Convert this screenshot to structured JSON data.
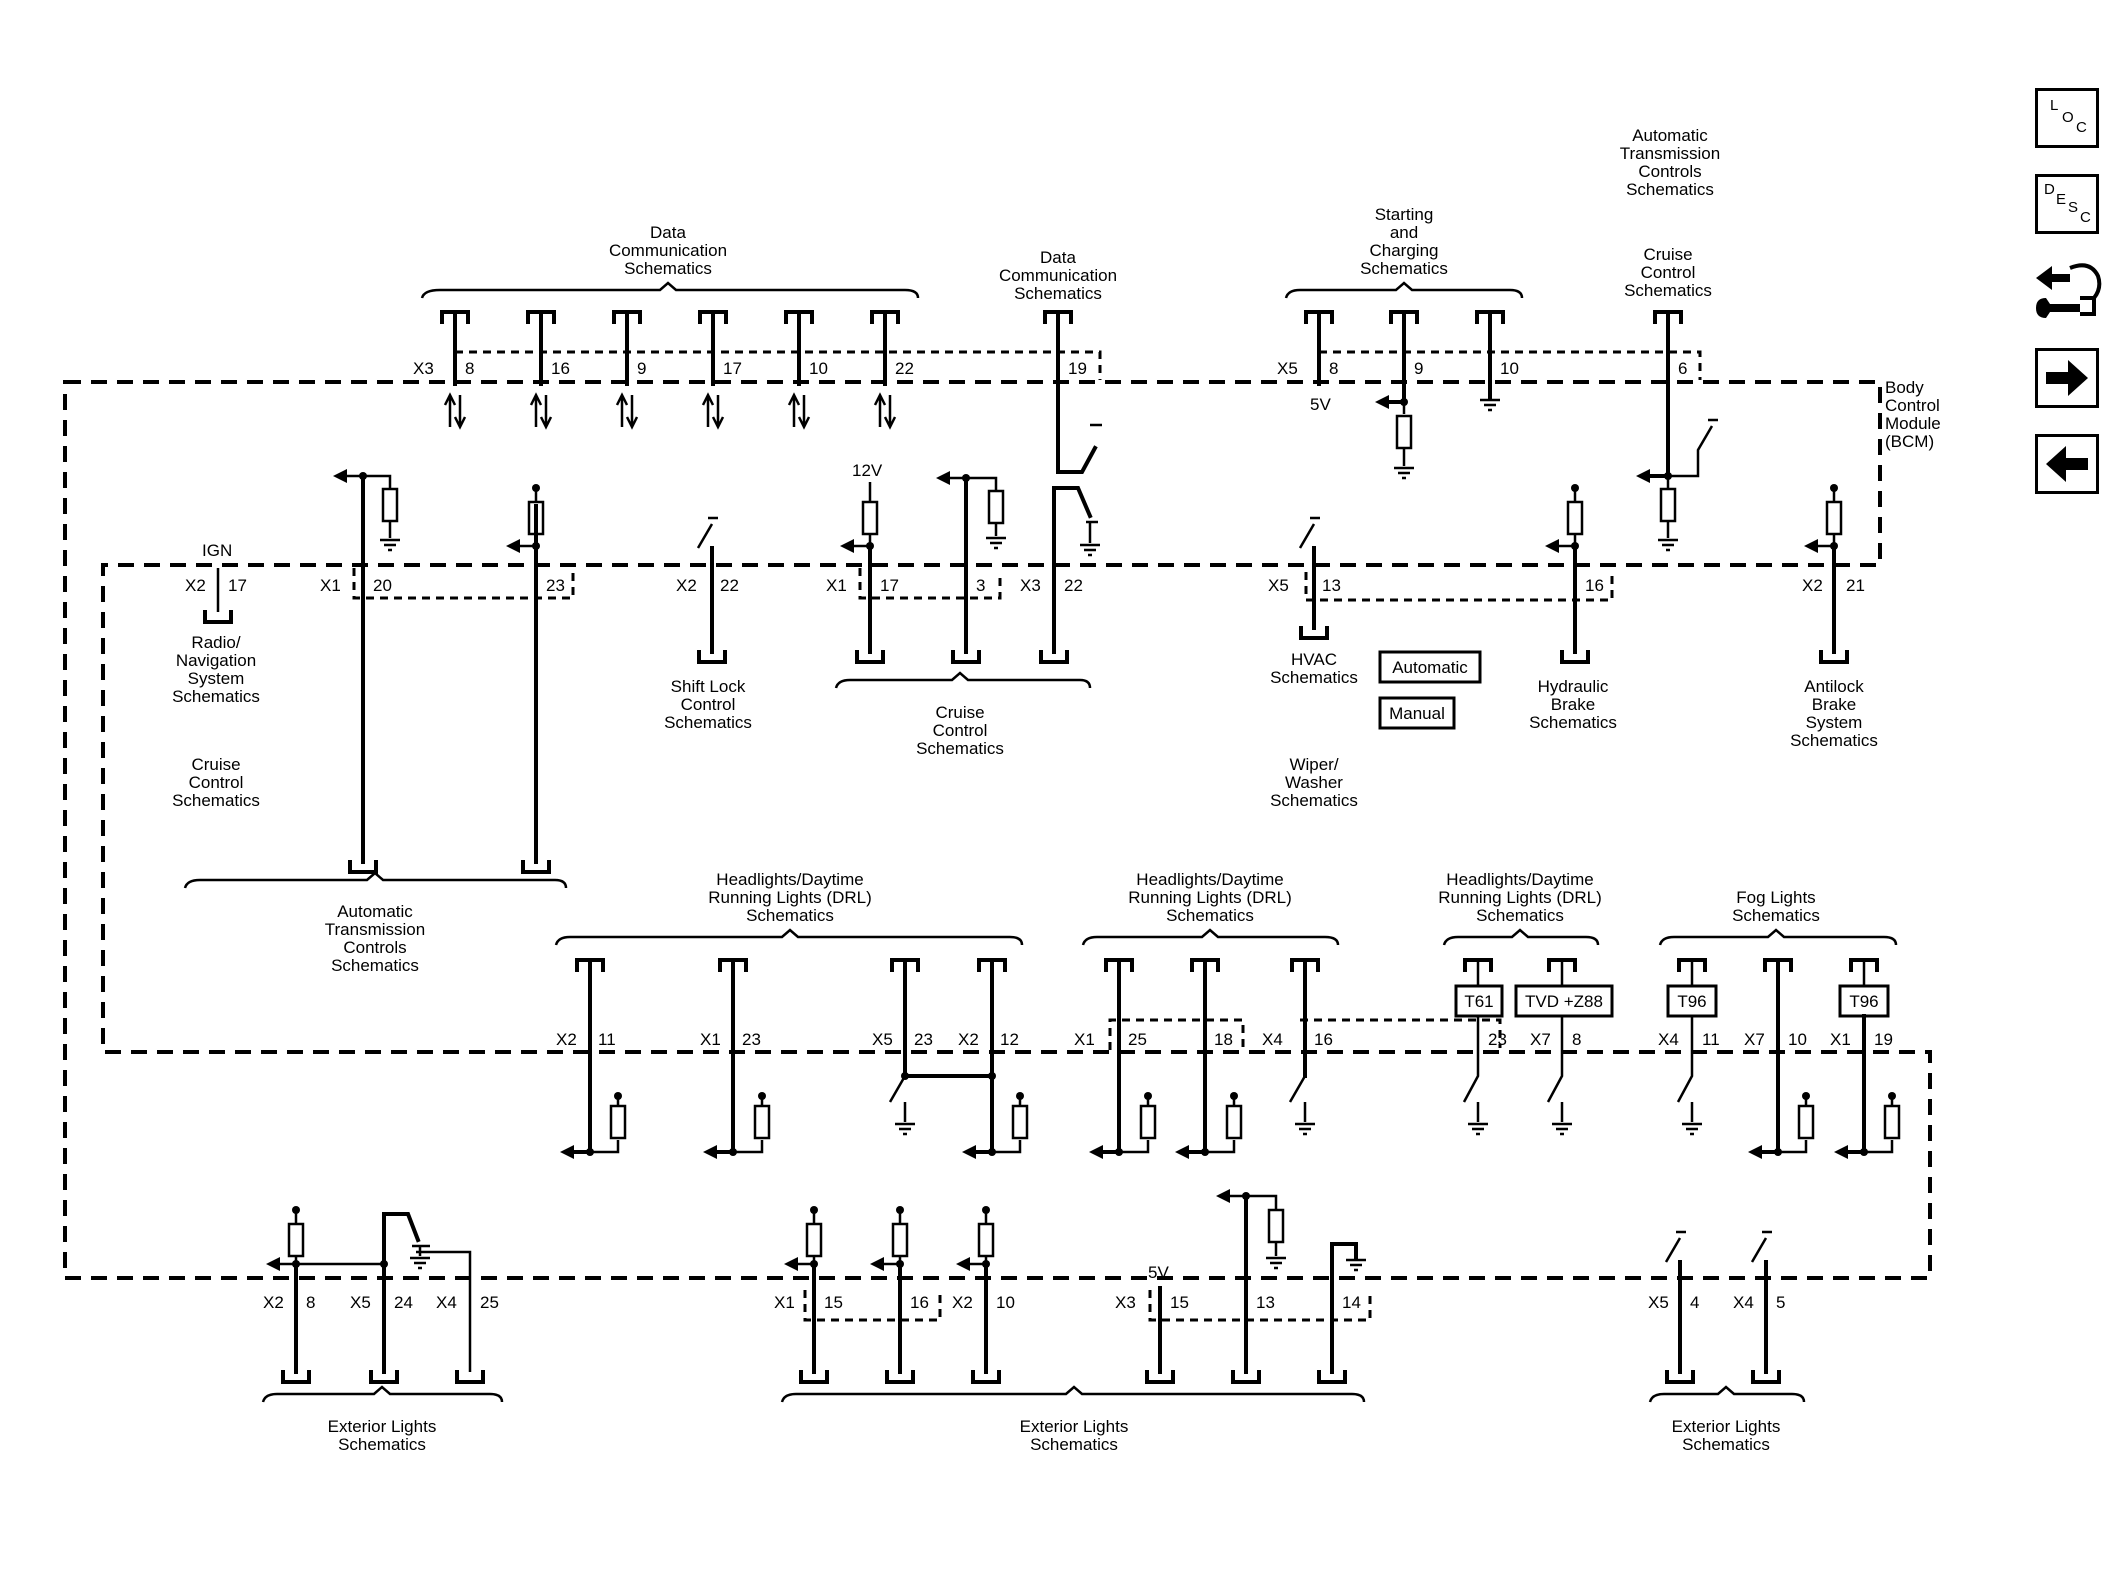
{
  "bcm": {
    "lines": [
      "Body",
      "Control",
      "Module",
      "(BCM)"
    ]
  },
  "nav": {
    "loc": {
      "l1": "L",
      "l2": "O",
      "l3": "C"
    },
    "desc": {
      "l1": "D",
      "l2": "E",
      "l3": "S",
      "l4": "C"
    }
  },
  "groups": {
    "dc1": [
      "Data",
      "Communication",
      "Schematics"
    ],
    "dc2": [
      "Data",
      "Communication",
      "Schematics"
    ],
    "sc": [
      "Starting",
      "and",
      "Charging",
      "Schematics"
    ],
    "atc_top": [
      "Automatic",
      "Transmission",
      "Controls",
      "Schematics"
    ],
    "cc_top": [
      "Cruise",
      "Control",
      "Schematics"
    ],
    "radio": [
      "Radio/",
      "Navigation",
      "System",
      "Schematics"
    ],
    "cc_left": [
      "Cruise",
      "Control",
      "Schematics"
    ],
    "atc_bottom": [
      "Automatic",
      "Transmission",
      "Controls",
      "Schematics"
    ],
    "shift": [
      "Shift Lock",
      "Control",
      "Schematics"
    ],
    "cc_mid": [
      "Cruise",
      "Control",
      "Schematics"
    ],
    "hvac": [
      "HVAC",
      "Schematics"
    ],
    "wiper": [
      "Wiper/",
      "Washer",
      "Schematics"
    ],
    "hyd": [
      "Hydraulic",
      "Brake",
      "Schematics"
    ],
    "abs": [
      "Antilock",
      "Brake",
      "System",
      "Schematics"
    ],
    "hl1": [
      "Headlights/Daytime",
      "Running Lights (DRL)",
      "Schematics"
    ],
    "hl2": [
      "Headlights/Daytime",
      "Running Lights (DRL)",
      "Schematics"
    ],
    "hl3": [
      "Headlights/Daytime",
      "Running Lights (DRL)",
      "Schematics"
    ],
    "fog": [
      "Fog Lights",
      "Schematics"
    ],
    "ext1": [
      "Exterior Lights",
      "Schematics"
    ],
    "ext2": [
      "Exterior Lights",
      "Schematics"
    ],
    "ext3": [
      "Exterior Lights",
      "Schematics"
    ]
  },
  "options": {
    "automatic": "Automatic",
    "manual": "Manual",
    "t61": "T61",
    "tvd": "TVD +Z88",
    "t96a": "T96",
    "t96b": "T96"
  },
  "voltages": {
    "v5a": "5V",
    "v12": "12V",
    "ign": "IGN",
    "v5b": "5V"
  },
  "connectors": {
    "r1": [
      {
        "c": "X3",
        "p": "8"
      },
      {
        "c": "",
        "p": "16"
      },
      {
        "c": "",
        "p": "9"
      },
      {
        "c": "",
        "p": "17"
      },
      {
        "c": "",
        "p": "10"
      },
      {
        "c": "",
        "p": "22"
      },
      {
        "c": "",
        "p": "19"
      },
      {
        "c": "X5",
        "p": "8"
      },
      {
        "c": "",
        "p": "9"
      },
      {
        "c": "",
        "p": "10"
      },
      {
        "c": "",
        "p": "6"
      }
    ],
    "r2": [
      {
        "c": "X2",
        "p": "17"
      },
      {
        "c": "X1",
        "p": "20"
      },
      {
        "c": "",
        "p": "23"
      },
      {
        "c": "X2",
        "p": "22"
      },
      {
        "c": "X1",
        "p": "17"
      },
      {
        "c": "",
        "p": "3"
      },
      {
        "c": "X3",
        "p": "22"
      },
      {
        "c": "X5",
        "p": "13"
      },
      {
        "c": "",
        "p": "16"
      },
      {
        "c": "X2",
        "p": "21"
      }
    ],
    "r3": [
      {
        "c": "X2",
        "p": "11"
      },
      {
        "c": "X1",
        "p": "23"
      },
      {
        "c": "X5",
        "p": "23"
      },
      {
        "c": "X2",
        "p": "12"
      },
      {
        "c": "X1",
        "p": "25"
      },
      {
        "c": "",
        "p": "18"
      },
      {
        "c": "X4",
        "p": "16"
      },
      {
        "c": "",
        "p": "23"
      },
      {
        "c": "X7",
        "p": "8"
      },
      {
        "c": "X4",
        "p": "11"
      },
      {
        "c": "X7",
        "p": "10"
      },
      {
        "c": "X1",
        "p": "19"
      }
    ],
    "r4": [
      {
        "c": "X2",
        "p": "8"
      },
      {
        "c": "X5",
        "p": "24"
      },
      {
        "c": "X4",
        "p": "25"
      },
      {
        "c": "X1",
        "p": "15"
      },
      {
        "c": "",
        "p": "16"
      },
      {
        "c": "X2",
        "p": "10"
      },
      {
        "c": "X3",
        "p": "15"
      },
      {
        "c": "",
        "p": "13"
      },
      {
        "c": "",
        "p": "14"
      },
      {
        "c": "X5",
        "p": "4"
      },
      {
        "c": "X4",
        "p": "5"
      }
    ]
  }
}
